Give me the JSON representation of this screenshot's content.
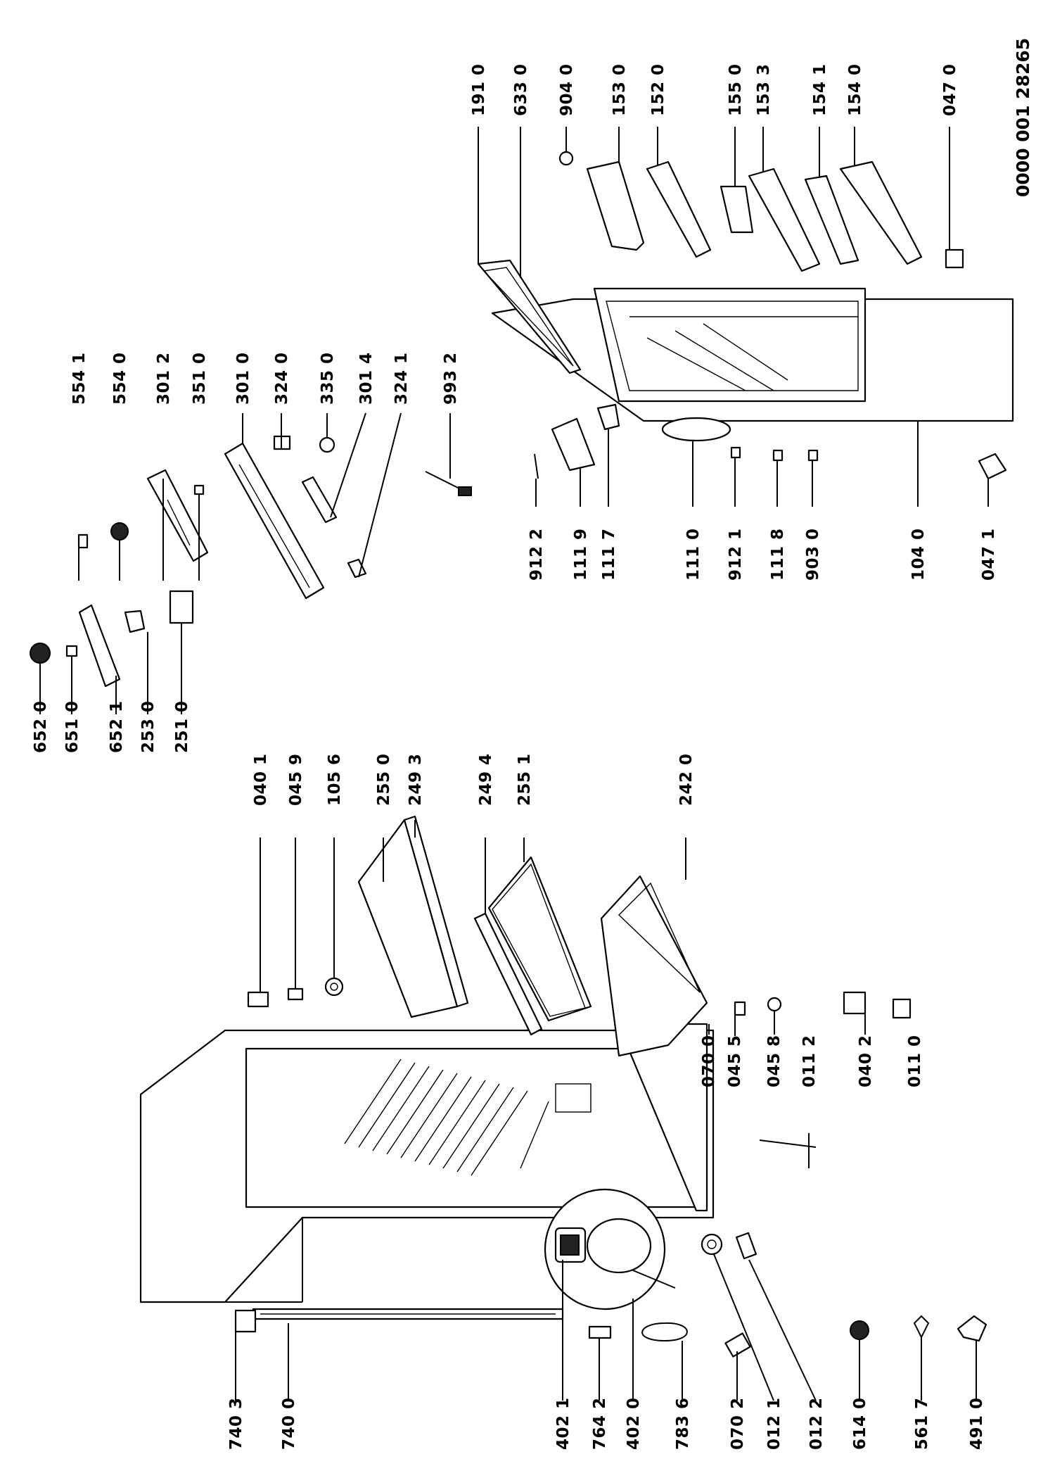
{
  "document_number": "0000 001 28265",
  "labels": [
    "740 3",
    "740 0",
    "402 1",
    "764 2",
    "402 0",
    "783 6",
    "070 2",
    "012 1",
    "012 2",
    "614 0",
    "561 7",
    "491 0",
    "011 0",
    "040 2",
    "011 2",
    "045 8",
    "045 5",
    "070 0",
    "242 0",
    "255 1",
    "249 4",
    "249 3",
    "255 0",
    "105 6",
    "045 9",
    "040 1",
    "251 0",
    "253 0",
    "652 1",
    "651 0",
    "652 0",
    "324 1",
    "301 4",
    "335 0",
    "324 0",
    "301 0",
    "351 0",
    "301 2",
    "554 0",
    "554 1",
    "993 2",
    "191 0",
    "633 0",
    "904 0",
    "153 0",
    "152 0",
    "155 0",
    "153 3",
    "154 1",
    "154 0",
    "047 0",
    "912 2",
    "111 9",
    "111 7",
    "111 0",
    "912 1",
    "111 8",
    "903 0",
    "104 0",
    "047 1"
  ]
}
